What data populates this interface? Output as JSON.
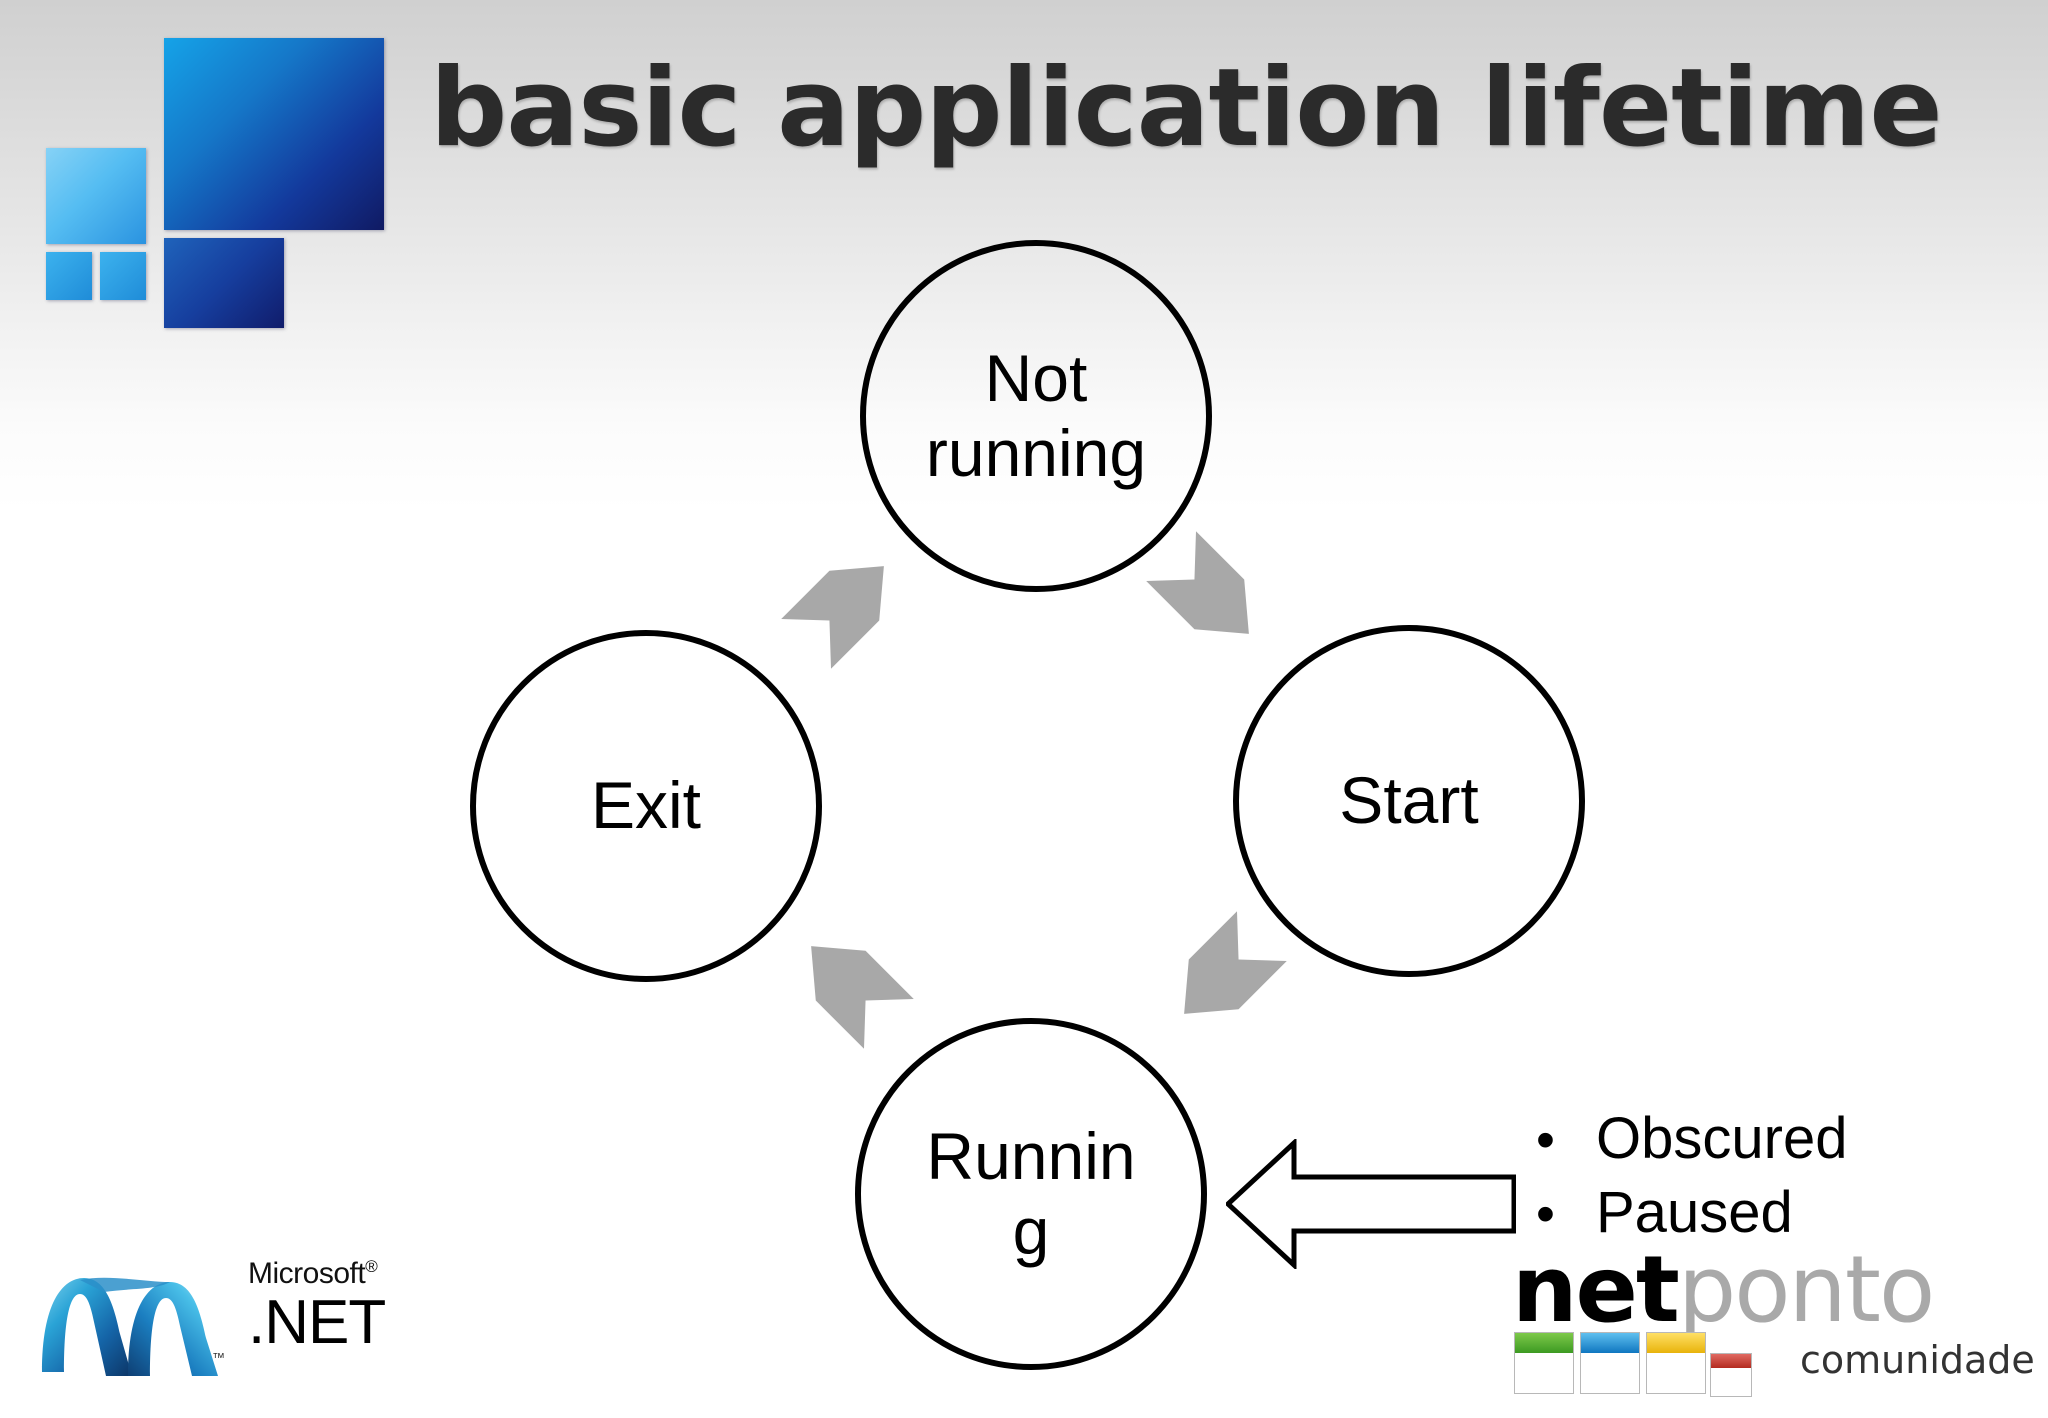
{
  "slide": {
    "title": "basic application lifetime",
    "background_top_color": "#d0d0d0",
    "background_bottom_color": "#ffffff"
  },
  "windows_logo": {
    "name": "windows-tiles-logo",
    "tile_colors": [
      "#15a3e8",
      "#86d2f6",
      "#3cb2ee",
      "#1f63bb"
    ]
  },
  "diagram": {
    "type": "cycle",
    "node_stroke_color": "#000000",
    "arrow_color": "#a8a8a8",
    "nodes": [
      {
        "id": "not-running",
        "label": "Not\nrunning"
      },
      {
        "id": "start",
        "label": "Start"
      },
      {
        "id": "running",
        "label": "Runnin\ng"
      },
      {
        "id": "exit",
        "label": "Exit"
      }
    ],
    "transitions": [
      {
        "from": "not-running",
        "to": "start"
      },
      {
        "from": "start",
        "to": "running"
      },
      {
        "from": "running",
        "to": "exit"
      },
      {
        "from": "exit",
        "to": "not-running"
      }
    ]
  },
  "callout": {
    "arrow_direction": "left",
    "arrow_fill": "#ffffff",
    "arrow_stroke": "#000000",
    "bullets": [
      {
        "marker": "•",
        "text": "Obscured"
      },
      {
        "marker": "•",
        "text": "Paused"
      }
    ]
  },
  "dotnet_logo": {
    "name": "microsoft-dotnet-logo",
    "microsoft_word": "Microsoft",
    "registered_mark": "®",
    "net_word": ".NET",
    "trademark_mark": "™"
  },
  "netponto_logo": {
    "name": "netponto-logo",
    "net_word": "net",
    "ponto_word": "ponto",
    "tagline": "comunidade",
    "tile_colors": [
      "#4caf28",
      "#1d8bd1",
      "#f2c40f",
      "#c0392b"
    ]
  }
}
